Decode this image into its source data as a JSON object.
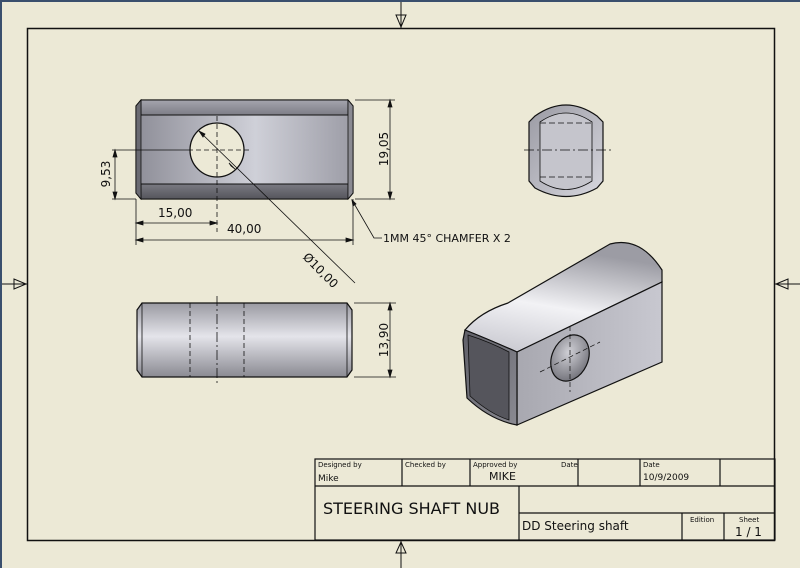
{
  "drawing": {
    "part_name": "STEERING SHAFT NUB",
    "views": [
      "front-view",
      "side-view",
      "top-view",
      "isometric-view"
    ]
  },
  "dimensions": {
    "height_front": "19,05",
    "hole_center_height": "9,53",
    "hole_center_x": "15,00",
    "length": "40,00",
    "hole_diameter": "Ø10,00",
    "thickness": "13,90",
    "chamfer_note": "1MM 45° CHAMFER X 2"
  },
  "title_block": {
    "designed_by_label": "Designed by",
    "designed_by": "Mike",
    "checked_by_label": "Checked by",
    "checked_by": "",
    "approved_by_label": "Approved by",
    "approved_by": "MIKE",
    "approved_date_label": "Date",
    "approved_date": "",
    "date_label": "Date",
    "date": "10/9/2009",
    "title": "STEERING SHAFT NUB",
    "subtitle": "DD Steering shaft",
    "edition_label": "Edition",
    "edition": "",
    "sheet_label": "Sheet",
    "sheet": "1 / 1"
  },
  "colors": {
    "paper": "#ece9d6",
    "line": "#111111",
    "window_frame": "#3a4f6d"
  }
}
